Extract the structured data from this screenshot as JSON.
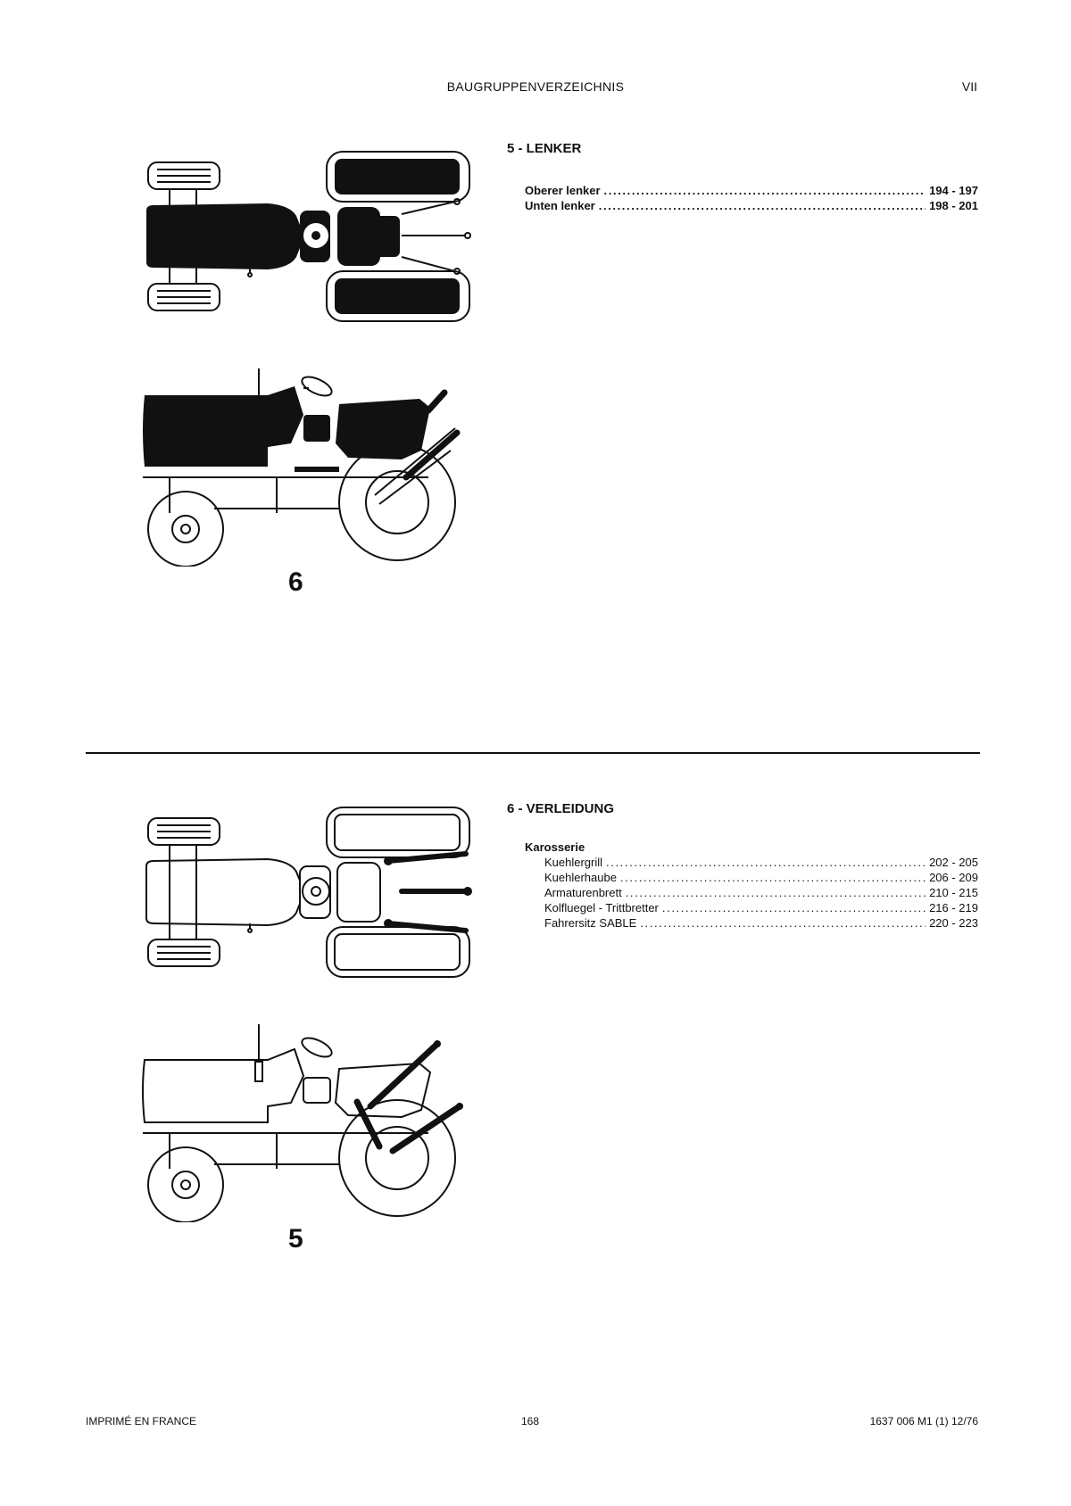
{
  "header": {
    "title": "BAUGRUPPENVERZEICHNIS",
    "page_roman": "VII"
  },
  "section5": {
    "title": "5 - LENKER",
    "entries": [
      {
        "label": "Oberer lenker",
        "pages": "194 - 197"
      },
      {
        "label": "Unten lenker",
        "pages": "198 - 201"
      }
    ]
  },
  "section6": {
    "title": "6 - VERLEIDUNG",
    "group": "Karosserie",
    "entries": [
      {
        "label": "Kuehlergrill",
        "pages": "202 - 205"
      },
      {
        "label": "Kuehlerhaube",
        "pages": "206 - 209"
      },
      {
        "label": "Armaturenbrett",
        "pages": "210 - 215"
      },
      {
        "label": "Kolfluegel - Trittbretter",
        "pages": "216 - 219"
      },
      {
        "label": "Fahrersitz SABLE",
        "pages": "220 - 223"
      }
    ]
  },
  "figures": {
    "upper_number": "6",
    "lower_number": "5"
  },
  "footer": {
    "left": "IMPRIMÉ EN FRANCE",
    "center": "168",
    "right": "1637 006 M1 (1) 12/76"
  }
}
